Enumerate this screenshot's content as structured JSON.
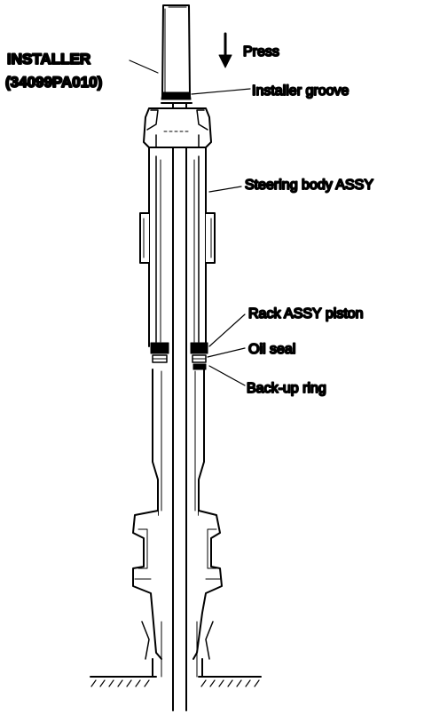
{
  "diagram": {
    "installer_name": "INSTALLER",
    "installer_part": "(34099PA010)",
    "press": "Press",
    "installer_groove": "Installer groove",
    "steering_body": "Steering body ASSY",
    "rack_piston": "Rack ASSY piston",
    "oil_seal": "Oil seal",
    "backup_ring": "Back-up ring"
  },
  "colors": {
    "line": "#000000",
    "background": "#ffffff"
  }
}
